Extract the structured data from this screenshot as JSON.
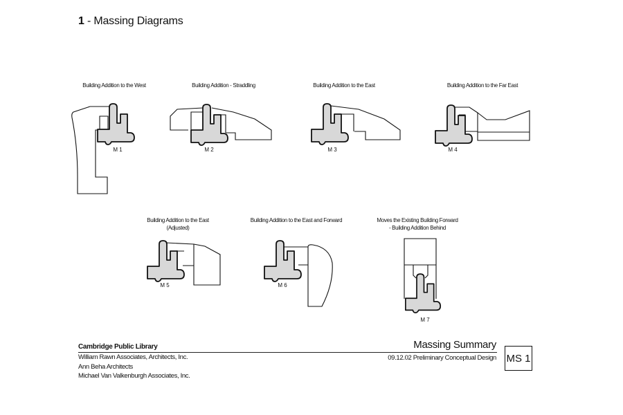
{
  "page": {
    "title_number": "1",
    "title_text": "- Massing Diagrams"
  },
  "diagrams": [
    {
      "id": "M 1",
      "caption": [
        "Building Addition to the West"
      ]
    },
    {
      "id": "M 2",
      "caption": [
        "Building Addition - Straddling"
      ]
    },
    {
      "id": "M 3",
      "caption": [
        "Building Addition to the East"
      ]
    },
    {
      "id": "M 4",
      "caption": [
        "Building Addition to the Far East"
      ]
    },
    {
      "id": "M 5",
      "caption": [
        "Building Addition to the East",
        "(Adjusted)"
      ]
    },
    {
      "id": "M 6",
      "caption": [
        "Building Addition to the East and Forward"
      ]
    },
    {
      "id": "M 7",
      "caption": [
        "Moves the Existing Building Forward",
        "- Building Addition Behind"
      ]
    }
  ],
  "title_block": {
    "project": "Cambridge Public Library",
    "firms": [
      "William Rawn Associates, Architects, Inc.",
      "Ann Beha Architects",
      "Michael Van Valkenburgh Associates, Inc."
    ],
    "sheet_title": "Massing Summary",
    "sheet_subtitle": "09.12.02 Preliminary Conceptual Design",
    "sheet_number": "MS 1"
  },
  "colors": {
    "existing_building_fill": "#d8d8d8",
    "line": "#111111"
  }
}
